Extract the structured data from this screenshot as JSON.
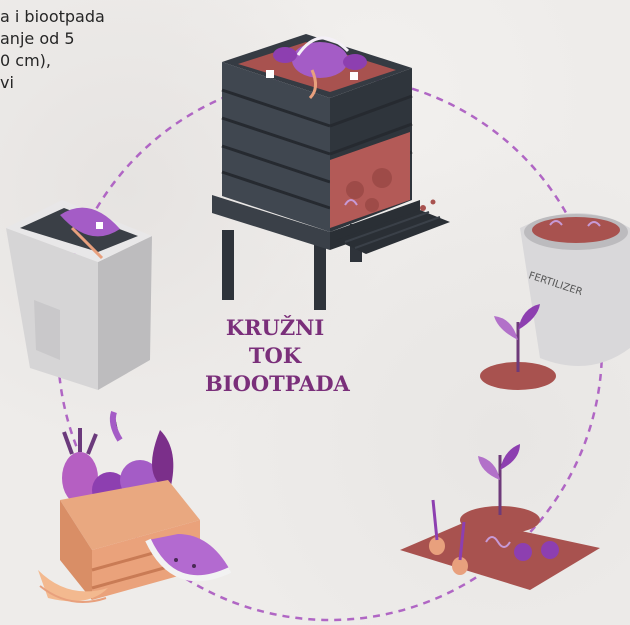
{
  "intro": {
    "lines": [
      "a i biootpada",
      "anje od 5",
      "0 cm),",
      "vi"
    ]
  },
  "title": {
    "line1": "KRUŽNI TOK",
    "line2": "BIOOTPADA"
  },
  "fertilizer_label": "FERTILIZER",
  "colors": {
    "title": "#7a2f7a",
    "cycle": "#b066c4",
    "soil": "#a8524f",
    "bin": "#3a4048",
    "purple": "#a45cc6",
    "crate": "#e8a07d"
  },
  "icons": [
    "compost-bin-icon",
    "kitchen-caddy-icon",
    "fertilizer-bag-icon",
    "sprout-icon",
    "garden-bed-icon",
    "fruit-crate-icon"
  ]
}
